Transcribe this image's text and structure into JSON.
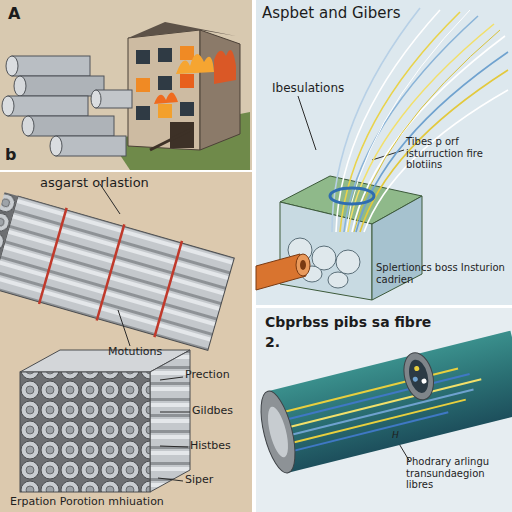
{
  "diagram": {
    "nodes": [
      {
        "text": [
          "A"
        ]
      },
      {
        "text": [
          "asgarst orlastion"
        ]
      },
      {
        "text": [
          "Aspbet and Gibers"
        ]
      },
      {
        "text": [
          "Cbprbss pibs sa fibre"
        ]
      }
    ],
    "labels": [
      "b",
      "Motutions",
      "Prection",
      "Gildbes",
      "Histbes",
      "Siper",
      "Erpation Porotion mhiuation",
      "Ibesulations",
      "Tibes p orf isturruction fire blotiins",
      "Splertioncs boss Insturion cadrien",
      "2.",
      "H",
      "Phodrary arlingu transundaegion libres"
    ]
  }
}
